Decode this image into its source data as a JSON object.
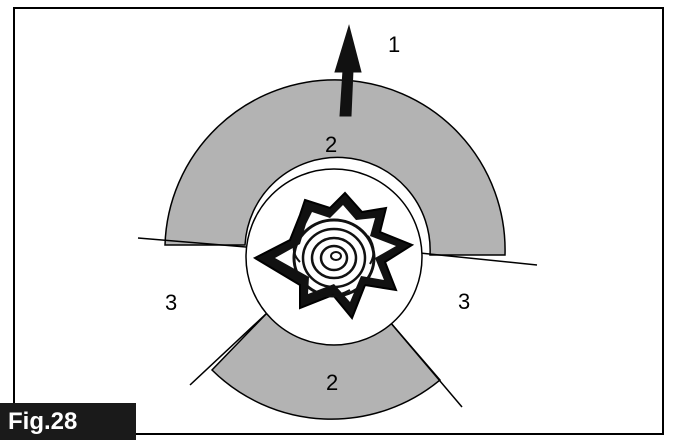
{
  "figure": {
    "label": "Fig.28",
    "callouts": {
      "arrow": "1",
      "sector_top": "2",
      "sector_bottom": "2",
      "side_left": "3",
      "side_right": "3"
    },
    "colors": {
      "sector_fill": "#b3b3b3",
      "stroke": "#000000",
      "label_bg": "#1a1a1a",
      "label_text": "#ffffff"
    }
  }
}
